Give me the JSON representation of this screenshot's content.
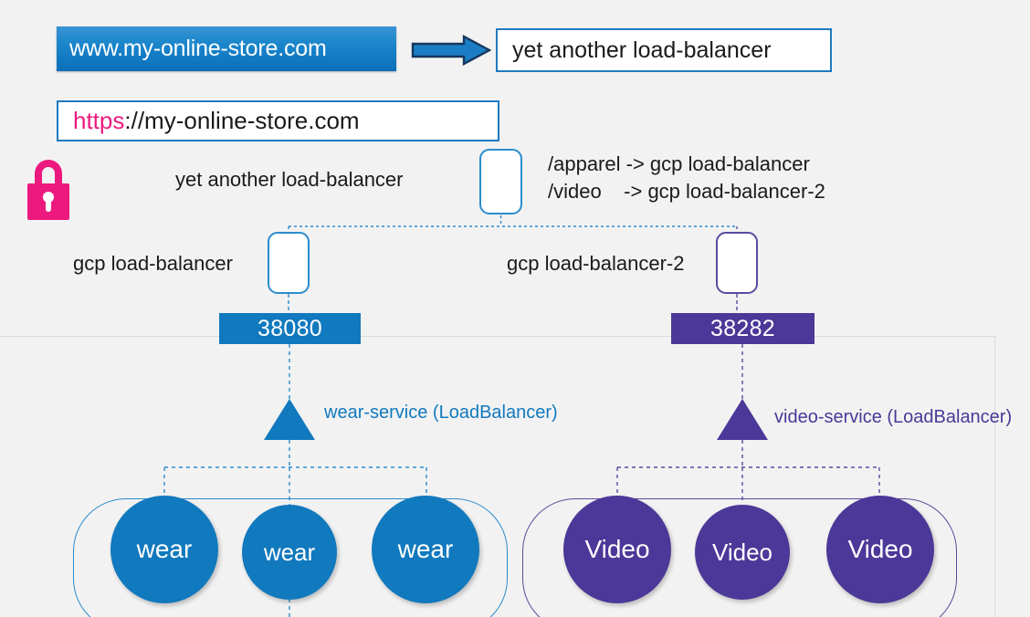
{
  "top": {
    "url_bar_text": "www.my-online-store.com",
    "arrow_icon": "right-arrow-icon",
    "lb_box_text": "yet another load-balancer"
  },
  "address": {
    "scheme": "https",
    "rest": "://my-online-store.com",
    "lock_icon": "padlock-icon"
  },
  "ingress": {
    "label": "yet another load-balancer",
    "rules_text": "/apparel -> gcp load-balancer\n/video    -> gcp load-balancer-2"
  },
  "balancers": [
    {
      "label": "gcp load-balancer",
      "port": "38080",
      "color": "#1179be"
    },
    {
      "label": "gcp load-balancer-2",
      "port": "38282",
      "color": "#4b3898"
    }
  ],
  "services": [
    {
      "label": "wear-service (LoadBalancer)",
      "color": "#1179be",
      "icon": "triangle-service-icon"
    },
    {
      "label": "video-service (LoadBalancer)",
      "color": "#4b3898",
      "icon": "triangle-service-icon"
    }
  ],
  "pods": {
    "wear": [
      "wear",
      "wear",
      "wear"
    ],
    "video": [
      "Video",
      "Video",
      "Video"
    ]
  },
  "colors": {
    "blue": "#1179be",
    "blue_border": "#2b8ccd",
    "purple": "#4b3898",
    "purple_border": "#5b4a9e",
    "pink": "#ec1a7f",
    "background": "#f2f2f2"
  }
}
